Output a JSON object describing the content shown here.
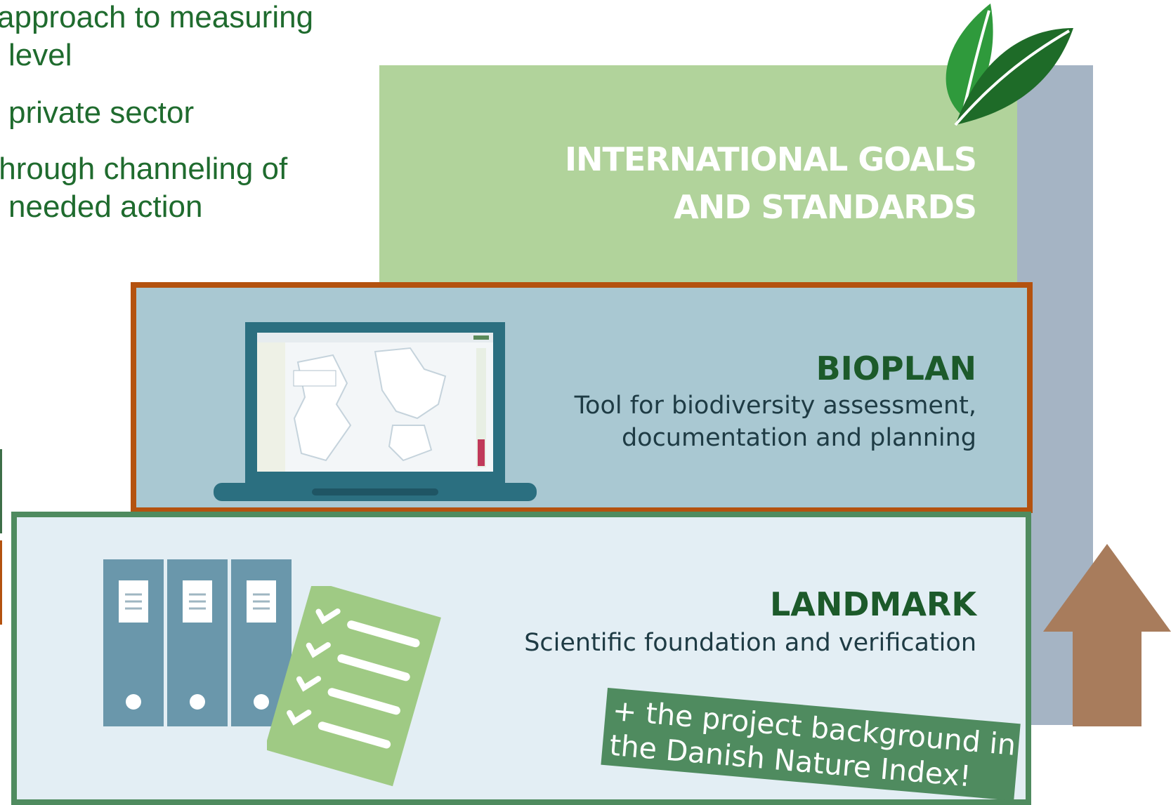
{
  "left_text": {
    "line1": "approach to measuring",
    "line2": "level",
    "line3": "private sector",
    "line4": "through channeling of",
    "line5": "needed action"
  },
  "layers": {
    "international": {
      "title_line1": "INTERNATIONAL GOALS",
      "title_line2": "AND STANDARDS"
    },
    "bioplan": {
      "title": "BIOPLAN",
      "subtitle_line1": "Tool for biodiversity assessment,",
      "subtitle_line2": "documentation and planning"
    },
    "landmark": {
      "title": "LANDMARK",
      "subtitle": "Scientific foundation and verification"
    }
  },
  "note": {
    "line1": "+ the project background in",
    "line2": "the Danish Nature Index!"
  },
  "colors": {
    "international_green": "#b1d39b",
    "bioplan_blue": "#a9c8d2",
    "bioplan_border": "#b4520f",
    "landmark_bg": "#e3eef4",
    "landmark_border": "#4f8b5f",
    "arrow_brown": "#a87c5c",
    "title_green": "#1c5a2a"
  },
  "icons": [
    "leaf-icon",
    "laptop-map-icon",
    "binder-icon",
    "checklist-icon",
    "up-arrow-icon"
  ]
}
